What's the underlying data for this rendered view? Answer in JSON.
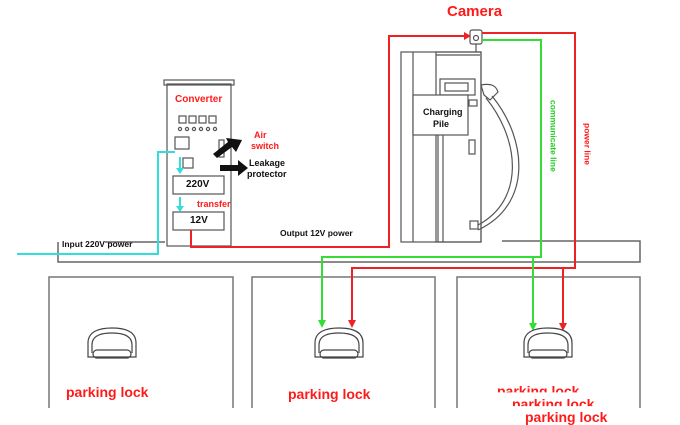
{
  "diagram": {
    "colors": {
      "power_line": "#ee2222",
      "communicate_line": "#33dd33",
      "input_power_line": "#33dddd",
      "outline": "#555555",
      "label_red": "#ff1a1a",
      "label_black": "#111111"
    },
    "camera": {
      "label": "Camera"
    },
    "converter": {
      "label": "Converter",
      "air_switch_label_1": "Air",
      "air_switch_label_2": "switch",
      "leakage_label_1": "Leakage",
      "leakage_label_2": "protector",
      "v220_label": "220V",
      "transfer_label": "transfer",
      "v12_label": "12V"
    },
    "charging_pile": {
      "label_1": "Charging",
      "label_2": "Pile"
    },
    "lines": {
      "communicate_label": "communicate line",
      "power_label": "power line",
      "input_label": "Input 220V power",
      "output_label": "Output 12V power"
    },
    "parking_locks": [
      {
        "label": "parking lock"
      },
      {
        "label": "parking lock"
      },
      {
        "label": "parking lock",
        "duplicate_labels": [
          "parking lock",
          "parking lock"
        ]
      }
    ]
  }
}
